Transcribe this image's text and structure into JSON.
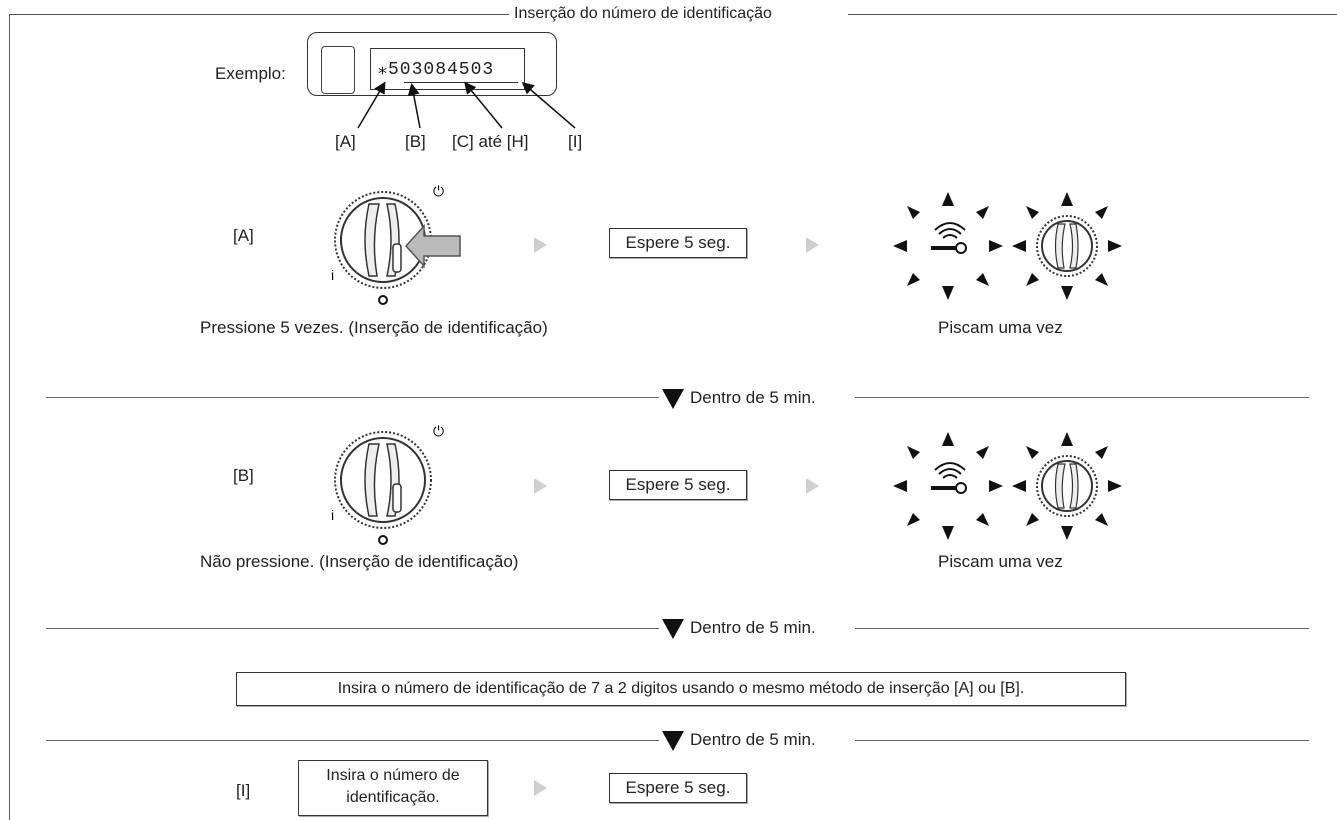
{
  "header": {
    "title": "Inserção do número de identificação"
  },
  "example": {
    "label": "Exemplo:",
    "code": "⁎503084503",
    "callouts": [
      "[A]",
      "[B]",
      "[C] até [H]",
      "[I]"
    ]
  },
  "step_a": {
    "tag": "[A]",
    "caption": "Pressione 5 vezes. (Inserção de identificação)",
    "wait": "Espere 5 seg.",
    "result": "Piscam uma vez"
  },
  "divider_1": {
    "label": "Dentro de 5 min."
  },
  "step_b": {
    "tag": "[B]",
    "caption": "Não pressione. (Inserção de identificação)",
    "wait": "Espere 5 seg.",
    "result": "Piscam uma vez"
  },
  "divider_2": {
    "label": "Dentro de 5 min."
  },
  "repeat_note": "Insira o número de identificação de 7 a 2 digitos usando o mesmo método de inserção [A] ou [B].",
  "divider_3": {
    "label": "Dentro de 5 min."
  },
  "step_i": {
    "tag": "[I]",
    "instruction_line1": "Insira o número de",
    "instruction_line2": "identificação.",
    "wait": "Espere 5 seg."
  },
  "icons": [
    "knob-dial-icon",
    "press-arrow-icon",
    "key-signal-icon",
    "flash-rays-icon",
    "play-arrow-icon",
    "down-triangle-icon"
  ],
  "colors": {
    "line": "#666666",
    "text": "#222222",
    "arrow_gray": "#cfcfcf"
  }
}
